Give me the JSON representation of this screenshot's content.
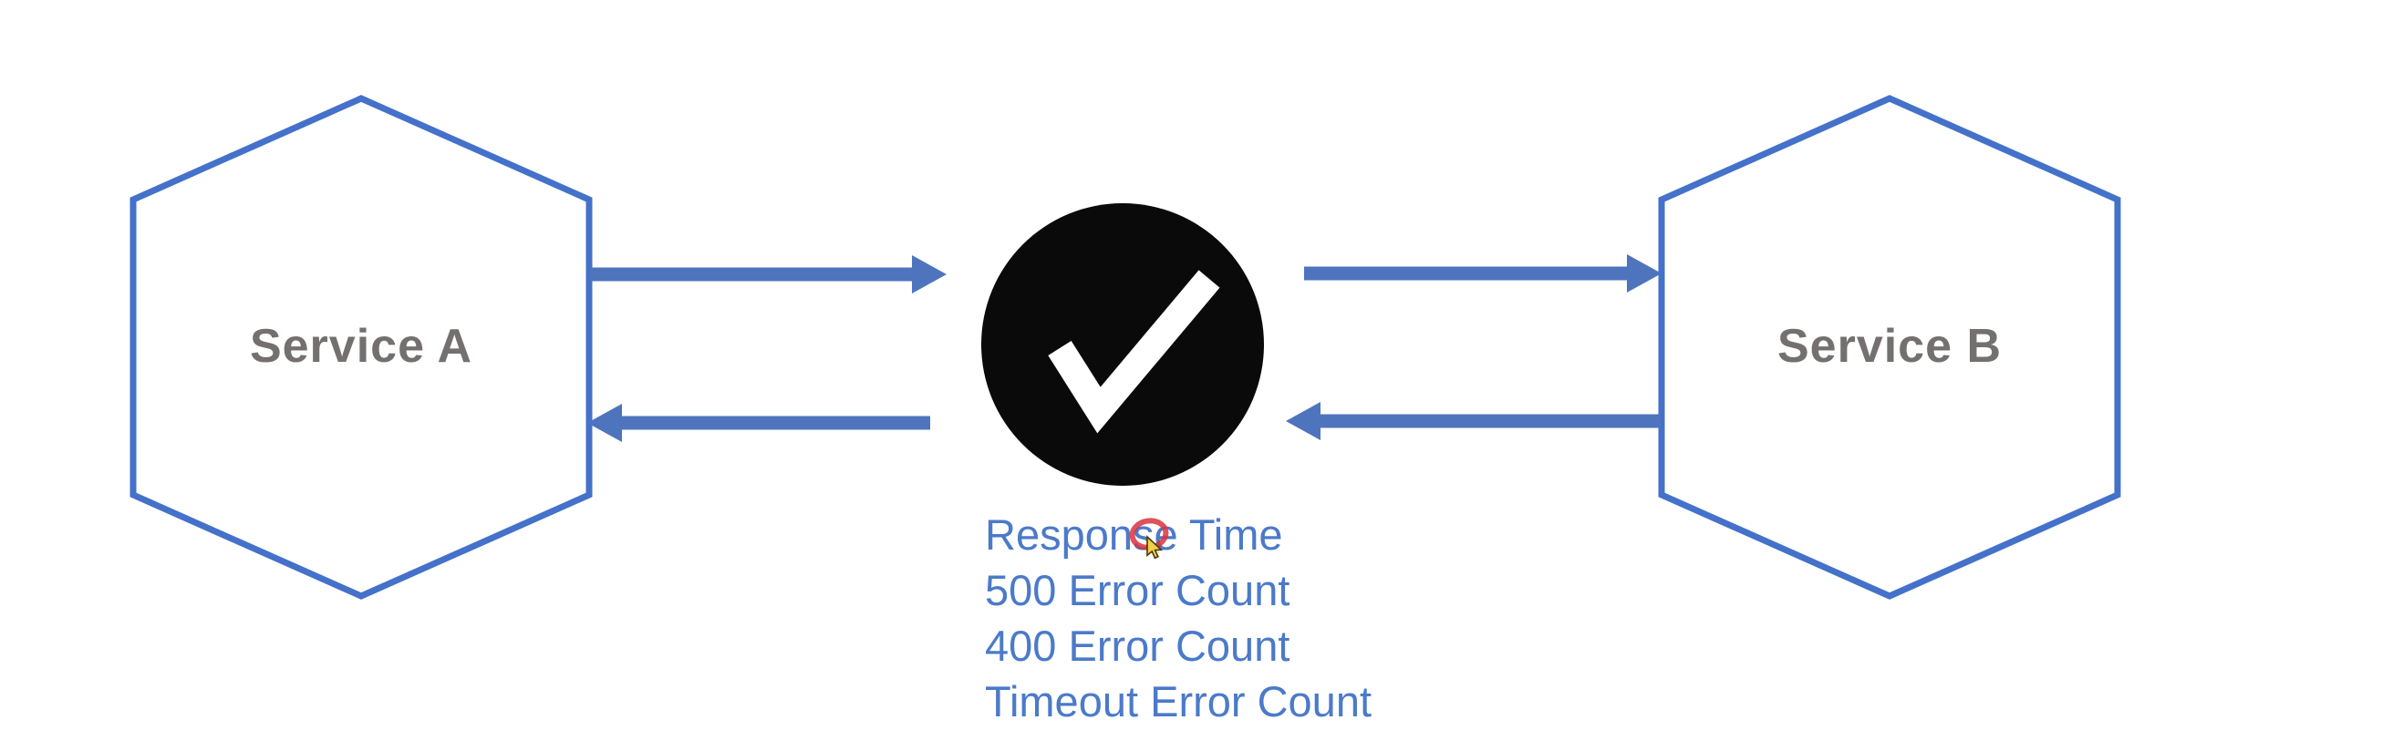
{
  "diagram": {
    "services": [
      {
        "label": "Service A"
      },
      {
        "label": "Service B"
      }
    ],
    "metrics": [
      "Response Time",
      "500 Error Count",
      "400 Error Count",
      "Timeout Error Count"
    ],
    "icons": {
      "status": "check-circle-icon",
      "cursor": "arrow-cursor-icon",
      "click_highlight": "click-highlight-ring-icon"
    }
  },
  "colors": {
    "hexagon_stroke": "#4471C9",
    "arrow": "#4E74BE",
    "metric_text": "#4B7AC9",
    "service_text": "#757070",
    "check_circle": "#0A0A0A",
    "check_mark": "#FFFFFF",
    "cursor_fill": "#F2CE4A",
    "click_highlight": "#D9333F",
    "canvas_bg": "#FFFFFF"
  }
}
